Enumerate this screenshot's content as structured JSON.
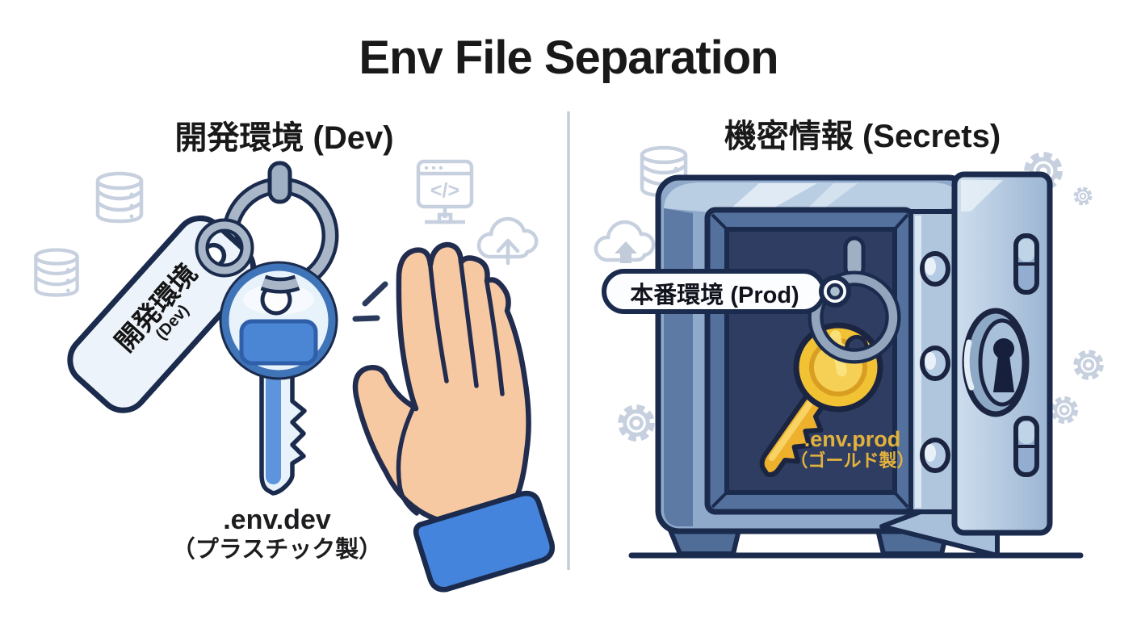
{
  "title": "Env File Separation",
  "left_panel": {
    "heading": "開発環境 (Dev)",
    "key_tag": {
      "main": "開発環境",
      "sub": "(Dev)"
    },
    "caption": {
      "line1": ".env.dev",
      "line2": "（プラスチック製）"
    }
  },
  "right_panel": {
    "heading": "機密情報 (Secrets)",
    "key_tag": "本番環境 (Prod)",
    "key_caption": {
      "line1": ".env.prod",
      "line2": "（ゴールド製）"
    }
  },
  "icons": {
    "code_glyph": "</>",
    "left_background": [
      "database-icon",
      "database-icon",
      "code-window-icon",
      "cloud-upload-icon"
    ],
    "right_background": [
      "database-icon",
      "cloud-upload-icon",
      "gear-icon",
      "gear-icon",
      "gear-icon",
      "gear-icon",
      "gear-icon"
    ]
  },
  "colors": {
    "background": "#ffffff",
    "text_primary": "#191919",
    "outline_navy": "#1b2b4d",
    "icon_gray": "#c7d0df",
    "divider_gray": "#c2cdd9",
    "dev_key_blue": "#4a86d4",
    "dev_key_light": "#e8f2fb",
    "hand_skin": "#f7c9a2",
    "sleeve_blue": "#4584dc",
    "safe_steel": "#8fa9ca",
    "safe_interior": "#2e3d61",
    "gold_key": "#f2c235",
    "gold_text": "#e3b23c"
  }
}
